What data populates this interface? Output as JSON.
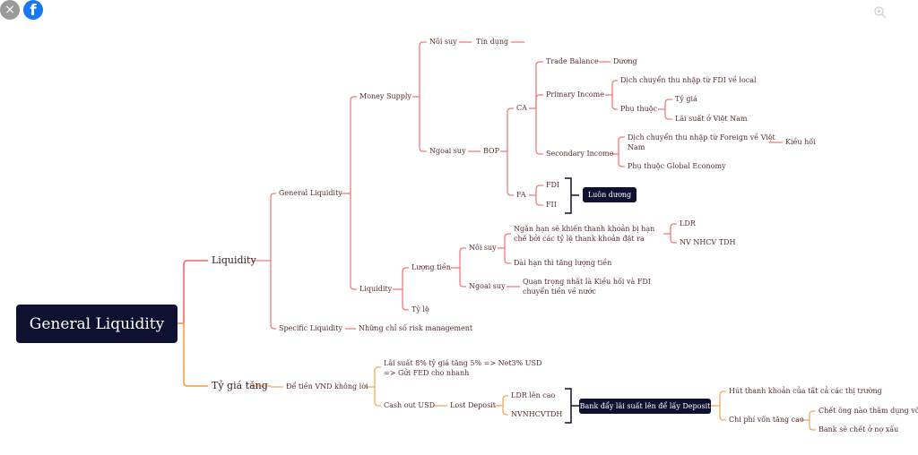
{
  "toolbar": {
    "close": "×",
    "facebook": "f"
  },
  "colors": {
    "liquidity_branch": "#f47a7a",
    "fx_branch": "#f5a95a",
    "dark_node": "#0f1130"
  },
  "root": "General Liquidity",
  "liquidity": {
    "label": "Liquidity",
    "general": {
      "label": "General Liquidity",
      "money_supply": {
        "label": "Money Supply",
        "noi_suy": "Nôi suy",
        "tin_dung": "Tín dụng",
        "ngoai_suy": "Ngoai suy",
        "bop": "BOP",
        "ca": "CA",
        "trade_balance": "Trade Balance",
        "duong": "Dương",
        "primary_income": "Primary Income",
        "fdi_local": "Dịch chuyển thu nhập từ FDI về local",
        "phu_thuoc": "Phụ thuộc",
        "ty_gia": "Tỷ giá",
        "lai_suat_vn": "Lãi suất ở Việt Nam",
        "secondary_income": "Secondary Income",
        "foreign_vn": "Dịch chuyển thu nhập từ Foreign về Việt Nam",
        "kieu_hoi": "Kiều hối",
        "global_economy": "Phụ thuộc Global Economy",
        "fa": "FA",
        "fdi": "FDI",
        "fii": "FII",
        "luon_duong": "Luôn dương"
      },
      "liquidity": {
        "label": "Liquidity",
        "luong_tien": "Lượng tiền",
        "noi_suy": "Nôi suy",
        "ngan_han": "Ngắn hạn sẽ khiến thanh khoản bị hạn chế bởi các tỷ lệ thank khoản đặt ra",
        "ldr": "LDR",
        "nv": "NV NHCV TDH",
        "dai_han": "Dài hạn thì tăng lượng tiền",
        "ngoai_suy": "Ngoai suy",
        "quan_trong": "Quan trọng nhất là Kiều hối và FDI chuyển tiền về nước",
        "ty_le": "Tỷ lệ"
      }
    },
    "specific": {
      "label": "Specific Liquidity",
      "risk": "Những chỉ số risk management"
    }
  },
  "fx": {
    "label": "Tỷ giá tăng",
    "vnd": "Để tiền VND không lời",
    "lai_suat": "Lãi suất 8% tỷ giá tăng 5% => Net3% USD => Gửi FED cho nhanh",
    "cash_out": "Cash out USD",
    "lost_deposit": "Lost Deposit",
    "ldr_cao": "LDR lên cao",
    "nvnhcvtdh": "NVNHCVTDH",
    "bank_day": "Bank đẩy lãi suất lên để lấy Deposit",
    "hut": "Hút thanh khoản của tất cả các thị trường",
    "chi_phi": "Chi phí vốn tăng cao",
    "chet_ong": "Chết ông nào thâm dụng vốn",
    "bank_chet": "Bank sẽ chết ở nợ xấu"
  }
}
